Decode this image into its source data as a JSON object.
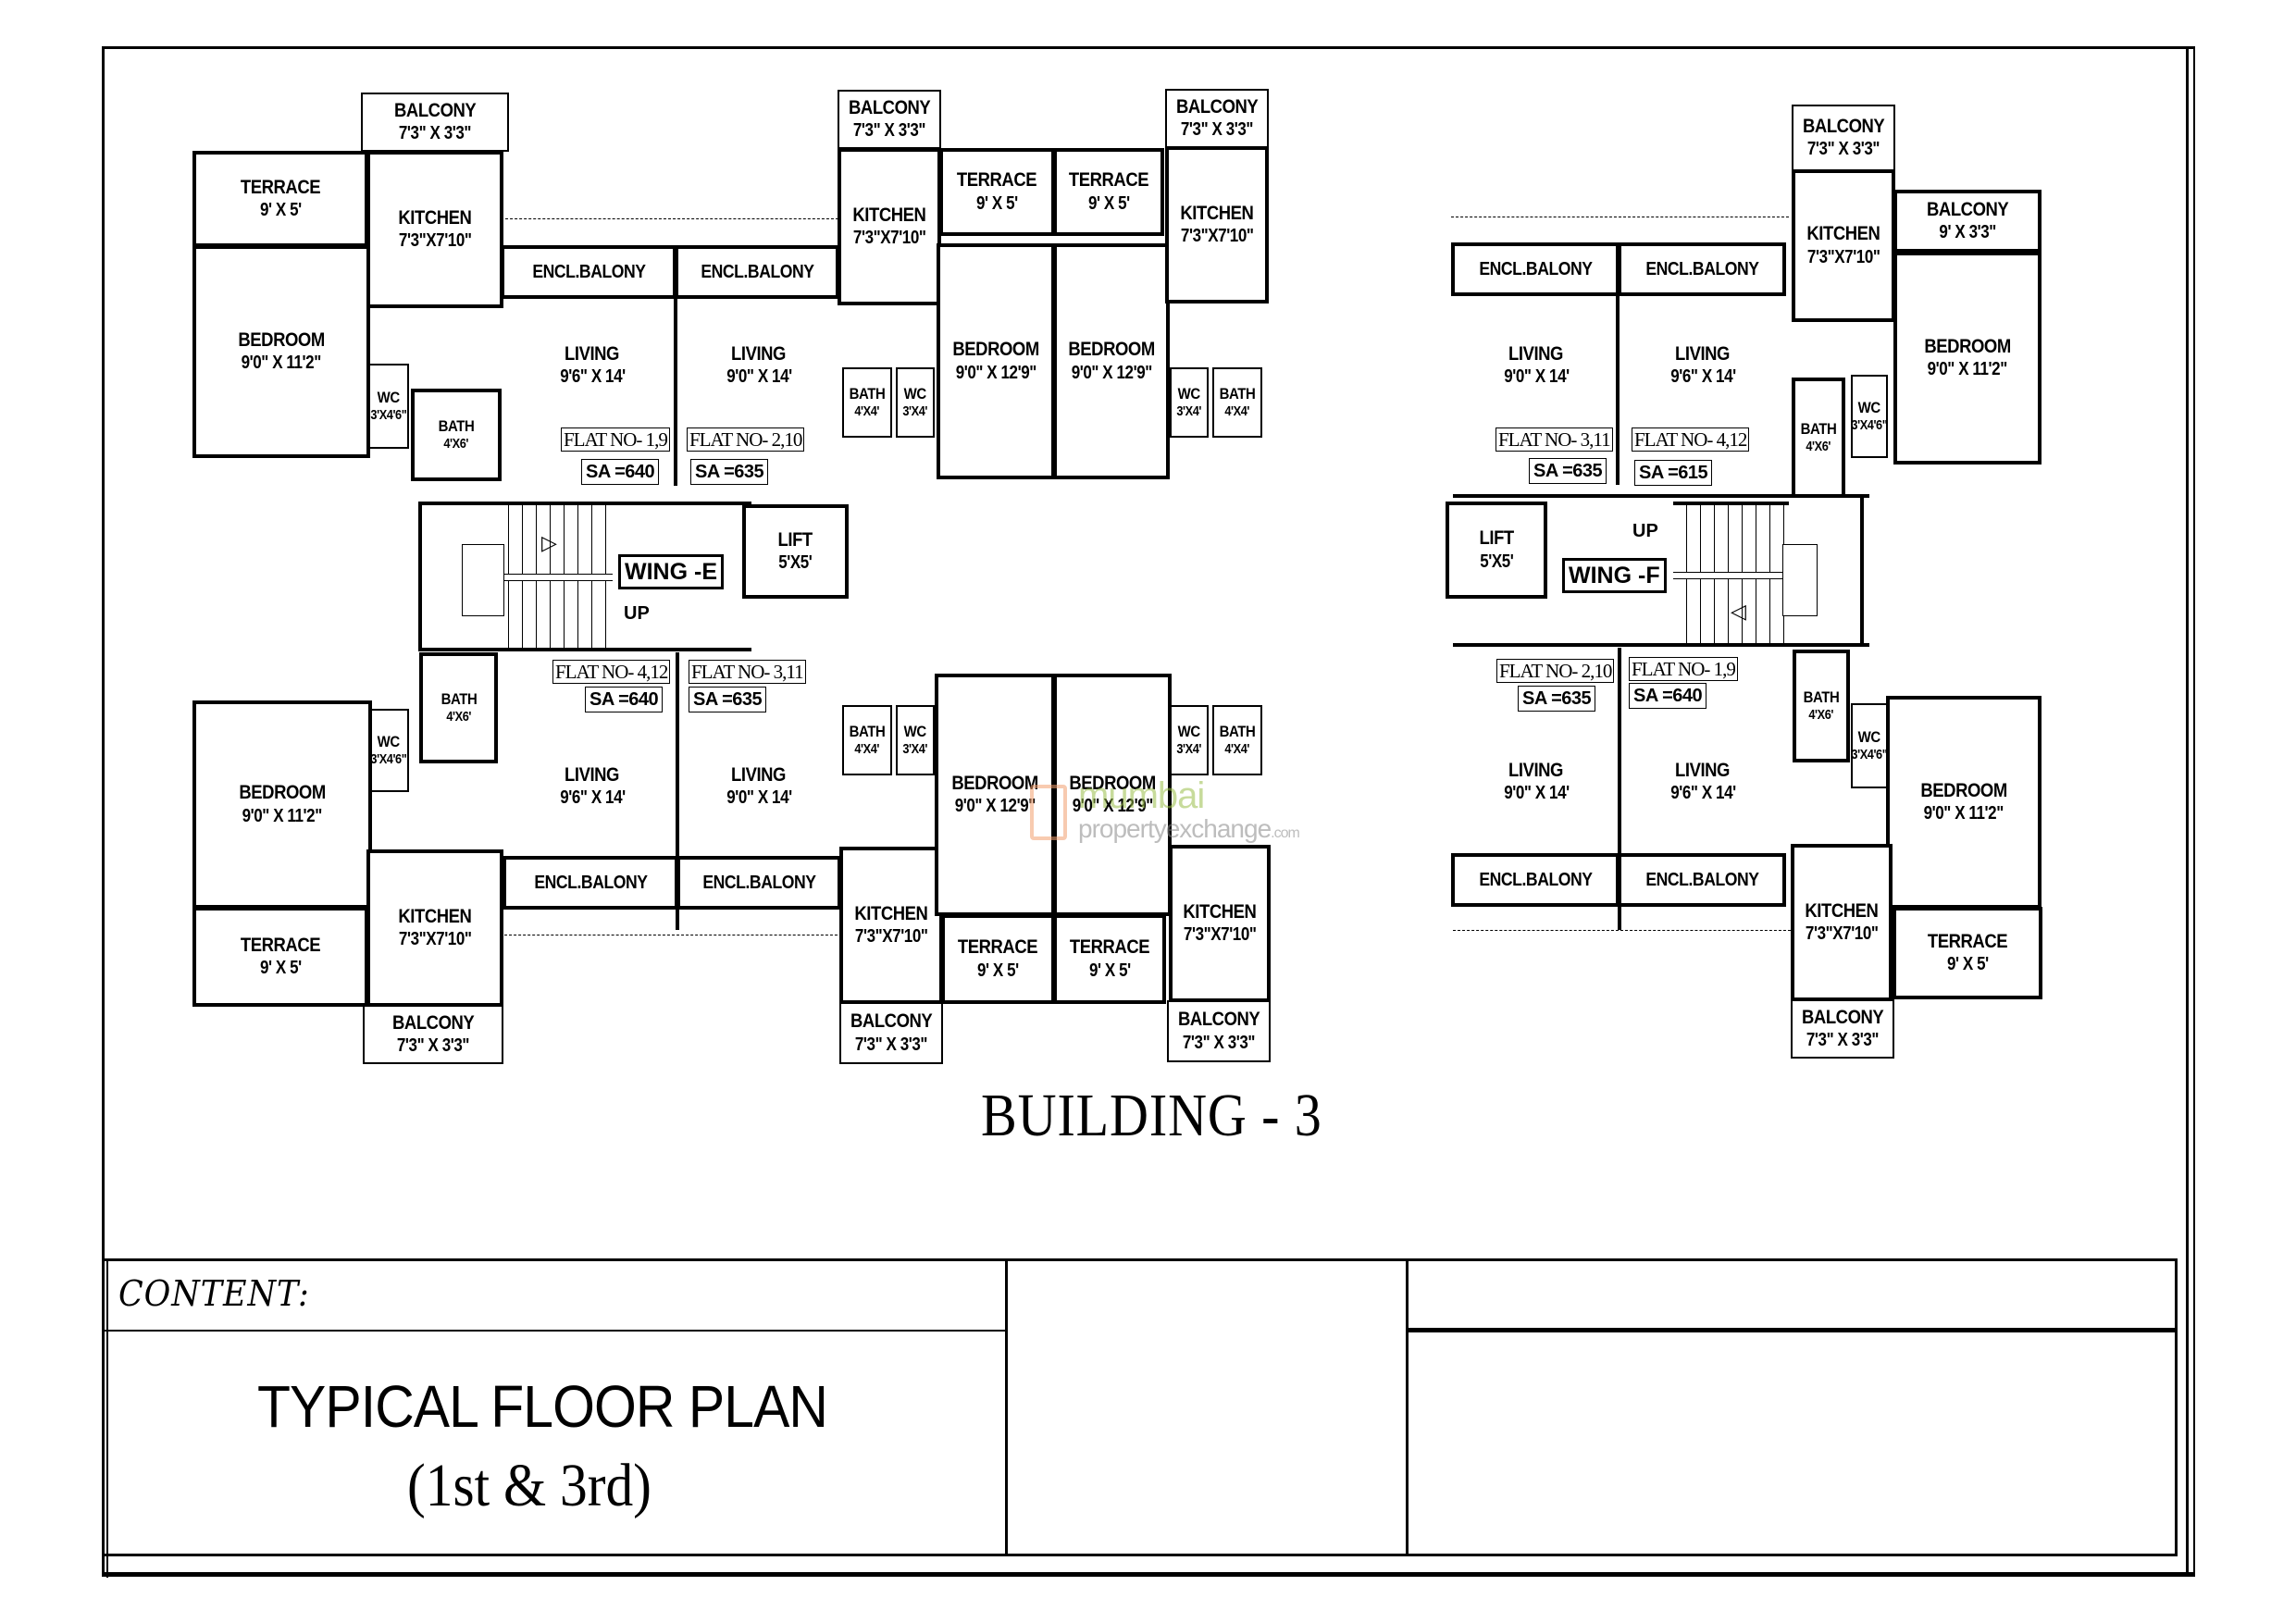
{
  "drawing": {
    "building_title": "BUILDING - 3",
    "content_label": "CONTENT:",
    "plan_title": "TYPICAL FLOOR PLAN",
    "plan_subtitle": "(1st & 3rd)",
    "line_color": "#000000",
    "background_color": "#ffffff"
  },
  "watermark": {
    "brand": "mumbai",
    "site": "propertyexchange",
    "tld": ".com",
    "box_color": "#f2a070",
    "brand_color": "#9bbf4a"
  },
  "wings": {
    "e": {
      "label": "WING -E",
      "up_label": "UP",
      "lift_name": "LIFT",
      "lift_dim": "5'X5'"
    },
    "f": {
      "label": "WING -F",
      "up_label": "UP",
      "lift_name": "LIFT",
      "lift_dim": "5'X5'"
    }
  },
  "rooms": {
    "r01": {
      "name": "BALCONY",
      "dim": "7'3\" X 3'3\""
    },
    "r02": {
      "name": "TERRACE",
      "dim": "9' X 5'"
    },
    "r03": {
      "name": "KITCHEN",
      "dim": "7'3\"X7'10\""
    },
    "r04": {
      "name": "BEDROOM",
      "dim": "9'0\" X 11'2\""
    },
    "r05": {
      "name": "WC",
      "dim": "3'X4'6\""
    },
    "r06": {
      "name": "BATH",
      "dim": "4'X6'"
    },
    "r07": {
      "name": "LIVING",
      "dim": "9'6\" X 14'"
    },
    "r08": {
      "name": "ENCL.BALONY",
      "dim": ""
    },
    "r09": {
      "name": "LIVING",
      "dim": "9'0\" X 14'"
    },
    "r10": {
      "name": "ENCL.BALONY",
      "dim": ""
    },
    "r11": {
      "name": "BALCONY",
      "dim": "7'3\" X 3'3\""
    },
    "r12": {
      "name": "KITCHEN",
      "dim": "7'3\"X7'10\""
    },
    "r13": {
      "name": "BATH",
      "dim": "4'X4'"
    },
    "r14": {
      "name": "WC",
      "dim": "3'X4'"
    },
    "r15": {
      "name": "TERRACE",
      "dim": "9' X 5'"
    },
    "r16": {
      "name": "BEDROOM",
      "dim": "9'0\" X 12'9\""
    },
    "r17": {
      "name": "TERRACE",
      "dim": "9' X 5'"
    },
    "r18": {
      "name": "BEDROOM",
      "dim": "9'0\" X 12'9\""
    },
    "r19": {
      "name": "BALCONY",
      "dim": "7'3\" X 3'3\""
    },
    "r20": {
      "name": "KITCHEN",
      "dim": "7'3\"X7'10\""
    },
    "r21": {
      "name": "WC",
      "dim": "3'X4'"
    },
    "r22": {
      "name": "BATH",
      "dim": "4'X4'"
    },
    "r23": {
      "name": "ENCL.BALONY",
      "dim": ""
    },
    "r24": {
      "name": "LIVING",
      "dim": "9'0\" X 14'"
    },
    "r25": {
      "name": "ENCL.BALONY",
      "dim": ""
    },
    "r26": {
      "name": "LIVING",
      "dim": "9'6\" X 14'"
    },
    "r27": {
      "name": "BALCONY",
      "dim": "7'3\" X 3'3\""
    },
    "r28": {
      "name": "KITCHEN",
      "dim": "7'3\"X7'10\""
    },
    "r29": {
      "name": "BALCONY",
      "dim": "9' X 3'3\""
    },
    "r30": {
      "name": "BEDROOM",
      "dim": "9'0\" X 11'2\""
    },
    "r31": {
      "name": "BATH",
      "dim": "4'X6'"
    },
    "r32": {
      "name": "WC",
      "dim": "3'X4'6\""
    },
    "b01": {
      "name": "BATH",
      "dim": "4'X6'"
    },
    "b02": {
      "name": "WC",
      "dim": "3'X4'6\""
    },
    "b03": {
      "name": "BEDROOM",
      "dim": "9'0\" X 11'2\""
    },
    "b04": {
      "name": "LIVING",
      "dim": "9'6\" X 14'"
    },
    "b05": {
      "name": "LIVING",
      "dim": "9'0\" X 14'"
    },
    "b06": {
      "name": "ENCL.BALONY",
      "dim": ""
    },
    "b07": {
      "name": "ENCL.BALONY",
      "dim": ""
    },
    "b08": {
      "name": "KITCHEN",
      "dim": "7'3\"X7'10\""
    },
    "b09": {
      "name": "TERRACE",
      "dim": "9' X 5'"
    },
    "b10": {
      "name": "BALCONY",
      "dim": "7'3\" X 3'3\""
    },
    "b11": {
      "name": "BATH",
      "dim": "4'X4'"
    },
    "b12": {
      "name": "WC",
      "dim": "3'X4'"
    },
    "b13": {
      "name": "BEDROOM",
      "dim": "9'0\" X 12'9\""
    },
    "b14": {
      "name": "BEDROOM",
      "dim": "9'0\" X 12'9\""
    },
    "b15": {
      "name": "KITCHEN",
      "dim": "7'3\"X7'10\""
    },
    "b16": {
      "name": "TERRACE",
      "dim": "9' X 5'"
    },
    "b17": {
      "name": "TERRACE",
      "dim": "9' X 5'"
    },
    "b18": {
      "name": "BALCONY",
      "dim": "7'3\" X 3'3\""
    },
    "b19": {
      "name": "WC",
      "dim": "3'X4'"
    },
    "b20": {
      "name": "BATH",
      "dim": "4'X4'"
    },
    "b21": {
      "name": "KITCHEN",
      "dim": "7'3\"X7'10\""
    },
    "b22": {
      "name": "BALCONY",
      "dim": "7'3\" X 3'3\""
    },
    "b23": {
      "name": "LIVING",
      "dim": "9'0\" X 14'"
    },
    "b24": {
      "name": "LIVING",
      "dim": "9'6\" X 14'"
    },
    "b25": {
      "name": "ENCL.BALONY",
      "dim": ""
    },
    "b26": {
      "name": "ENCL.BALONY",
      "dim": ""
    },
    "b27": {
      "name": "BATH",
      "dim": "4'X6'"
    },
    "b28": {
      "name": "WC",
      "dim": "3'X4'6\""
    },
    "b29": {
      "name": "BEDROOM",
      "dim": "9'0\" X 11'2\""
    },
    "b30": {
      "name": "KITCHEN",
      "dim": "7'3\"X7'10\""
    },
    "b31": {
      "name": "TERRACE",
      "dim": "9' X 5'"
    },
    "b32": {
      "name": "BALCONY",
      "dim": "7'3\" X 3'3\""
    }
  },
  "flats": {
    "top_e_1": {
      "flat_no": "FLAT NO- 1,9",
      "sa": "SA =640"
    },
    "top_e_2": {
      "flat_no": "FLAT NO- 2,10",
      "sa": "SA =635"
    },
    "top_f_3": {
      "flat_no": "FLAT NO- 3,11",
      "sa": "SA =635"
    },
    "top_f_4": {
      "flat_no": "FLAT NO- 4,12",
      "sa": "SA =615"
    },
    "bot_e_4": {
      "flat_no": "FLAT NO- 4,12",
      "sa": "SA =640"
    },
    "bot_e_3": {
      "flat_no": "FLAT NO- 3,11",
      "sa": "SA =635"
    },
    "bot_f_2": {
      "flat_no": "FLAT NO- 2,10",
      "sa": "SA =635"
    },
    "bot_f_1": {
      "flat_no": "FLAT NO- 1,9",
      "sa": "SA =640"
    }
  }
}
